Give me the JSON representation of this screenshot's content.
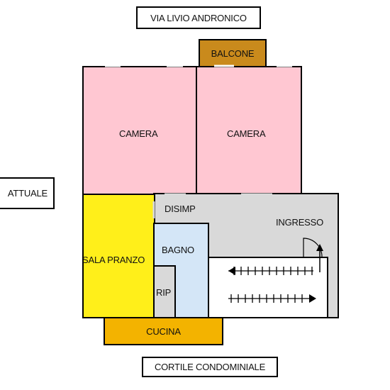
{
  "streets": {
    "top": "VIA LIVIO ANDRONICO",
    "bottom": "CORTILE CONDOMINIALE",
    "left": "ATTUALE"
  },
  "rooms": {
    "balcone": "BALCONE",
    "camera_left": "CAMERA",
    "camera_right": "CAMERA",
    "disimpegno": "DISIMP",
    "ingresso": "INGRESSO",
    "bagno": "BAGNO",
    "sala_pranzo": "SALA PRANZO",
    "ripostiglio": "RIP",
    "cucina": "CUCINA"
  },
  "colors": {
    "camera": "#ffc7d2",
    "sala_pranzo": "#ffef1a",
    "bagno": "#d4e6f7",
    "balcone": "#c98a1c",
    "cucina": "#f3b300",
    "ingresso": "#d9d9d9",
    "disimpegno": "#d9d9d9",
    "ripostiglio": "#d9d9d9",
    "stairs_area": "#ffffff"
  }
}
